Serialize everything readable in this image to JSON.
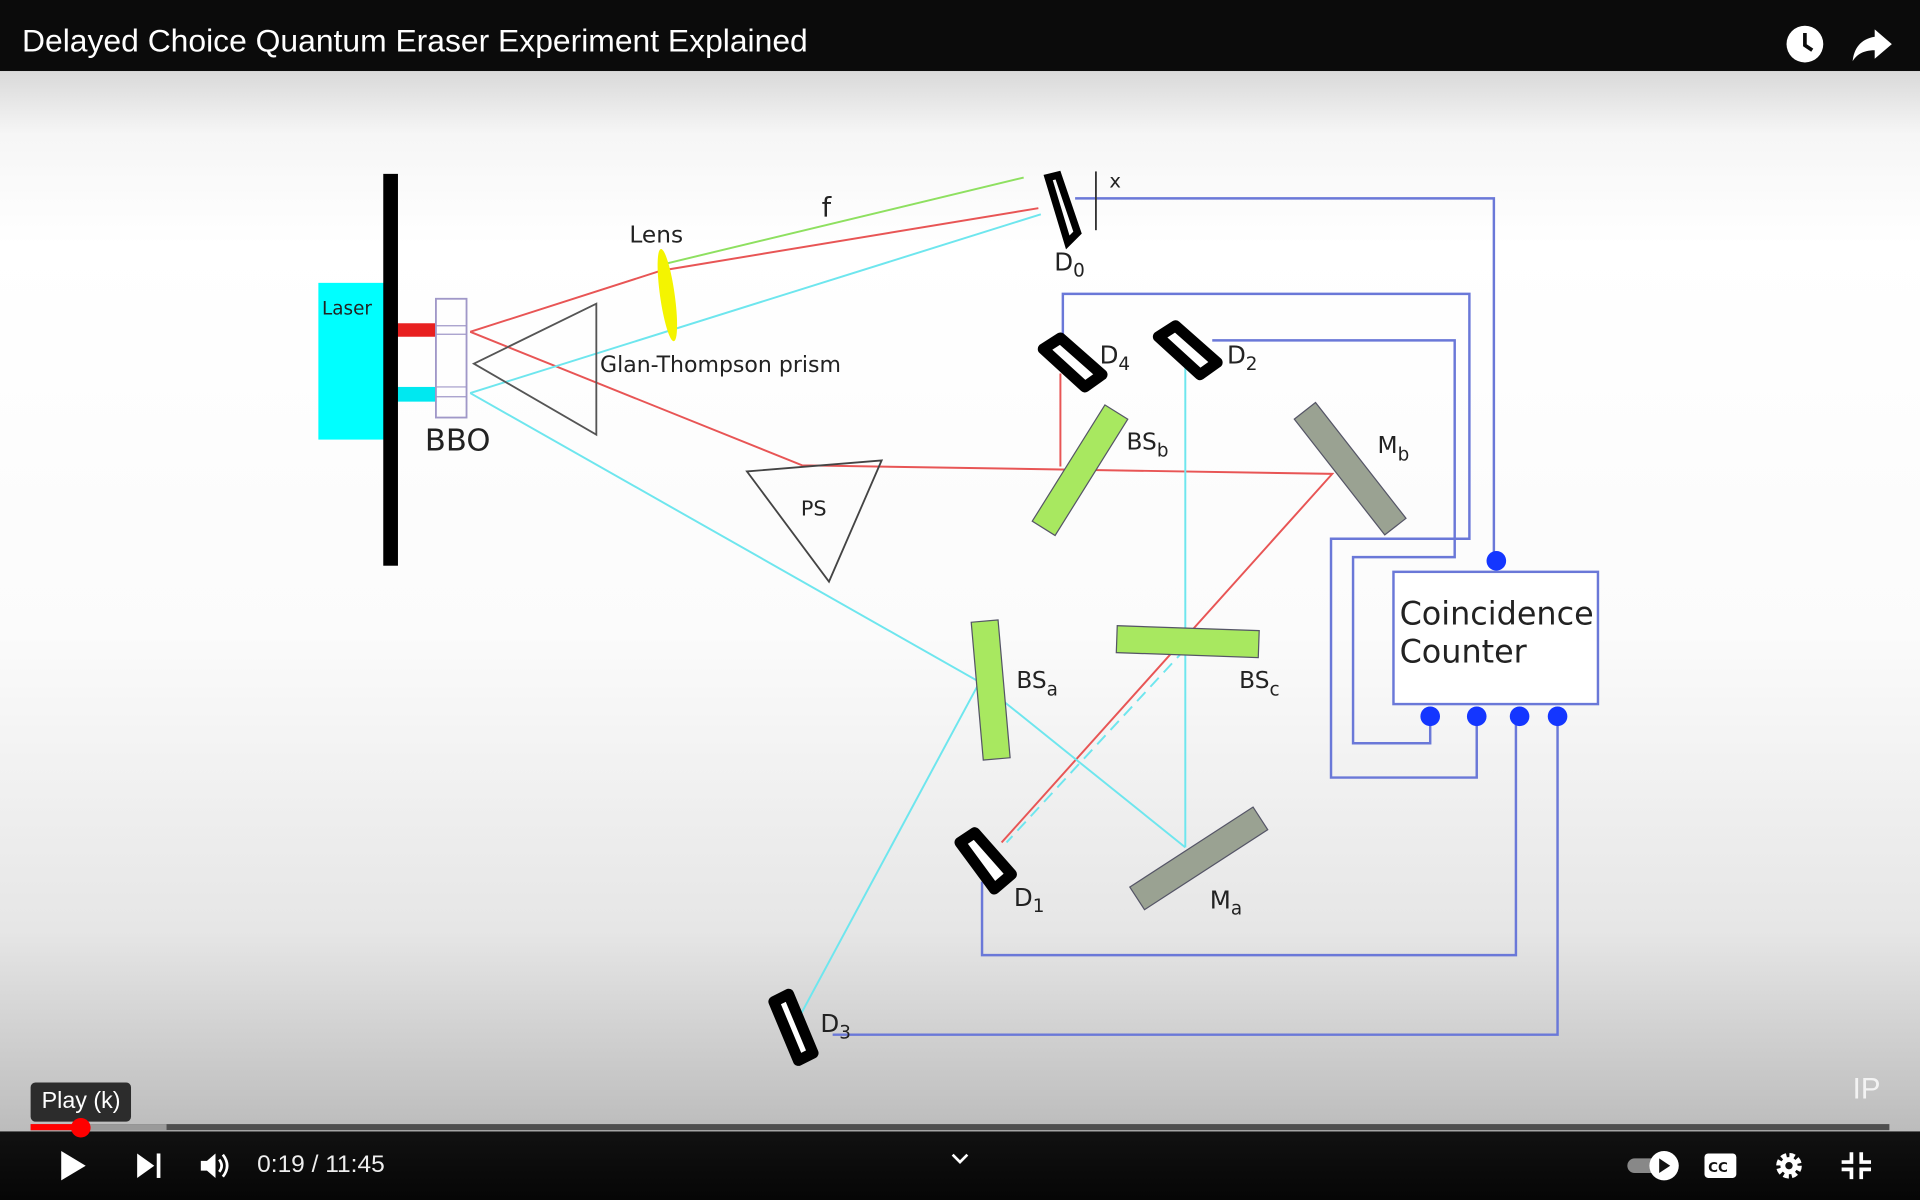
{
  "window": {
    "title": "Delayed Choice Quantum Eraser Experiment Explained",
    "icons": [
      "clock-icon",
      "share-icon"
    ]
  },
  "diagram": {
    "laser": "Laser",
    "bbo": "BBO",
    "lens": "Lens",
    "f": "f",
    "prism": "Glan-Thompson prism",
    "ps": "PS",
    "x": "x",
    "d0": "D",
    "d0s": "0",
    "d1": "D",
    "d1s": "1",
    "d2": "D",
    "d2s": "2",
    "d3": "D",
    "d3s": "3",
    "d4": "D",
    "d4s": "4",
    "bsa": "BS",
    "bsas": "a",
    "bsb": "BS",
    "bsbs": "b",
    "bsc": "BS",
    "bscs": "c",
    "ma": "M",
    "mas": "a",
    "mb": "M",
    "mbs": "b",
    "counter1": "Coincidence",
    "counter2": "Counter",
    "colors": {
      "laser": "#00ffff",
      "red_beam": "#e85555",
      "cyan_beam": "#6ee6ee",
      "green_beam": "#8ee060",
      "wire": "#6a78d8",
      "dot": "#1436ff",
      "splitter": "#a8e860",
      "mirror": "#9aa292"
    }
  },
  "player": {
    "tooltip": "Play (k)",
    "current_time": "0:19",
    "duration": "11:45",
    "time_display": "0:19 / 11:45",
    "progress_percent": 2.7,
    "buffered_percent": 7.3,
    "watermark": "IP",
    "accent": "#ff0000",
    "icons": [
      "play-icon",
      "next-icon",
      "volume-icon",
      "chevron-down-icon",
      "autoplay-toggle",
      "cc-icon",
      "gear-icon",
      "exit-fullscreen-icon"
    ]
  }
}
